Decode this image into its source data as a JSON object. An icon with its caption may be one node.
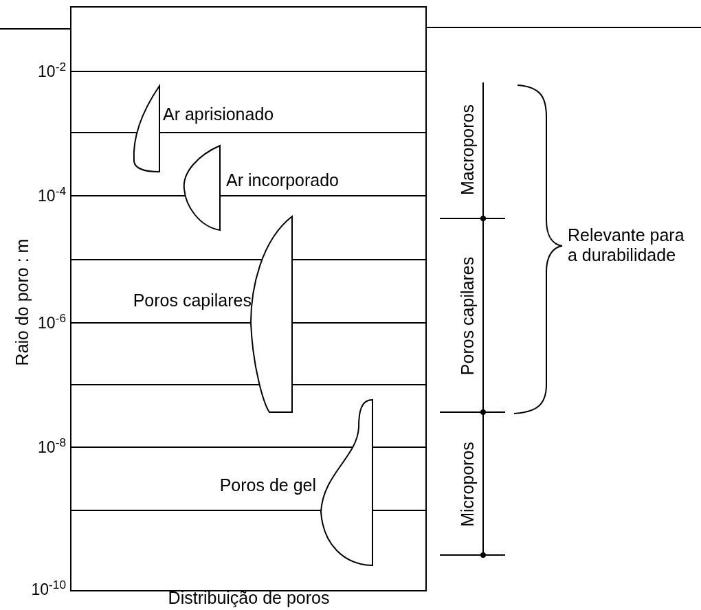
{
  "diagram": {
    "labels": [
      "10$^{-2}$",
      "10$^{-4}$",
      "10$^{-6}$",
      "10$^{-8}$",
      "10$^{-10}$",
      "Raio do poro : m",
      "Distribuição de poros",
      "Ar aprisionado",
      "Ar incorporado",
      "Poros capilares",
      "Poros de gel",
      "Macroporos",
      "Poros capilares",
      "Microporos",
      "Relevante para a durabilidade"
    ]
  }
}
